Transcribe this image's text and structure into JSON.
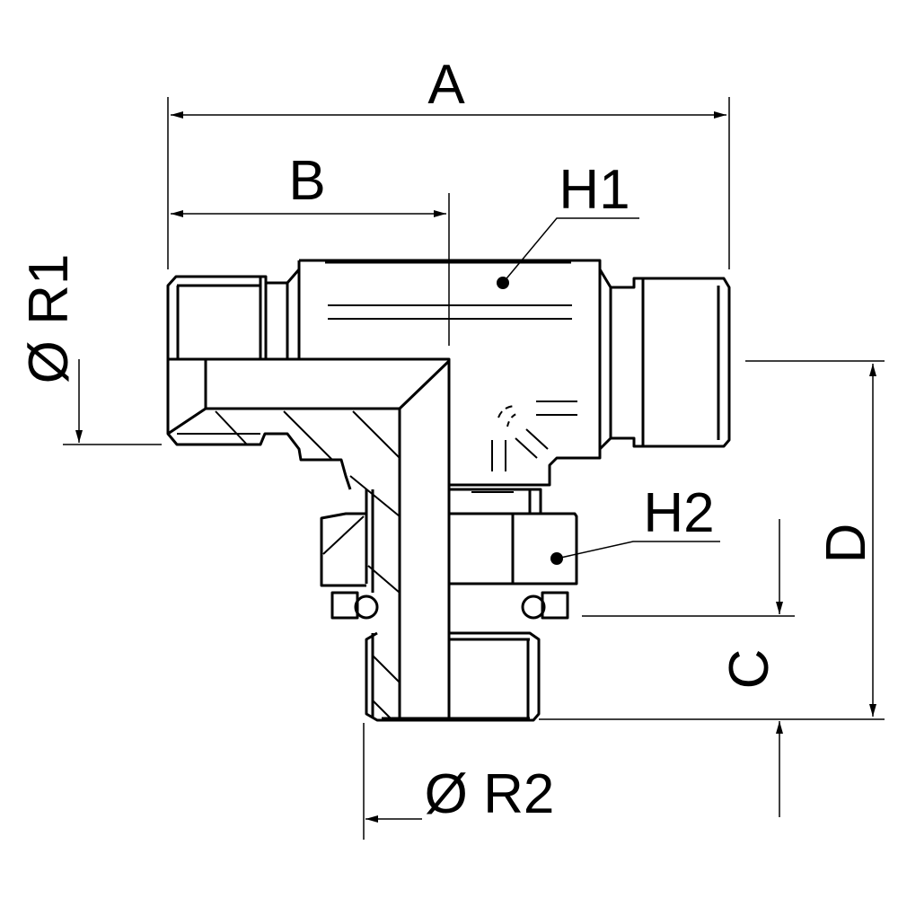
{
  "labels": {
    "A": "A",
    "B": "B",
    "H1": "H1",
    "H2": "H2",
    "D": "D",
    "C": "C",
    "R1": "Ø R1",
    "R2": "Ø R2"
  },
  "colors": {
    "line": "#000000",
    "background": "#ffffff"
  }
}
